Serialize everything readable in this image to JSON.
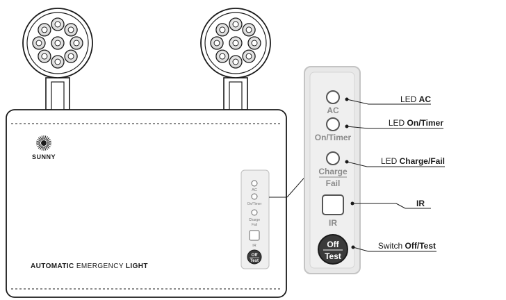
{
  "brand": {
    "name": "SUNNY"
  },
  "product_label": {
    "prefix": "AUTOMATIC",
    "middle": "EMERGENCY",
    "suffix": "LIGHT"
  },
  "small_panel": {
    "led_ac": "AC",
    "led_on_timer": "On/Timer",
    "led_charge": "Charge",
    "led_fail": "Fail",
    "ir": "IR",
    "switch_top": "Off",
    "switch_bottom": "Test"
  },
  "big_panel": {
    "led_ac": "AC",
    "led_on_timer": "On/Timer",
    "led_charge": "Charge",
    "led_fail": "Fail",
    "ir": "IR",
    "switch_top": "Off",
    "switch_bottom": "Test"
  },
  "callouts": {
    "led_ac": {
      "prefix": "LED",
      "bold": "AC"
    },
    "led_on_timer": {
      "prefix": "LED",
      "bold": "On/Timer"
    },
    "led_charge_fail": {
      "prefix": "LED",
      "bold": "Charge/Fail"
    },
    "ir": {
      "prefix": "",
      "bold": "IR"
    },
    "switch": {
      "prefix": "Switch",
      "bold": "Off/Test"
    }
  },
  "colors": {
    "outline": "#1a1a1a",
    "panel_fill": "#efefef",
    "panel_text": "#8a8a8a",
    "switch_fill": "#3a3a3a"
  }
}
